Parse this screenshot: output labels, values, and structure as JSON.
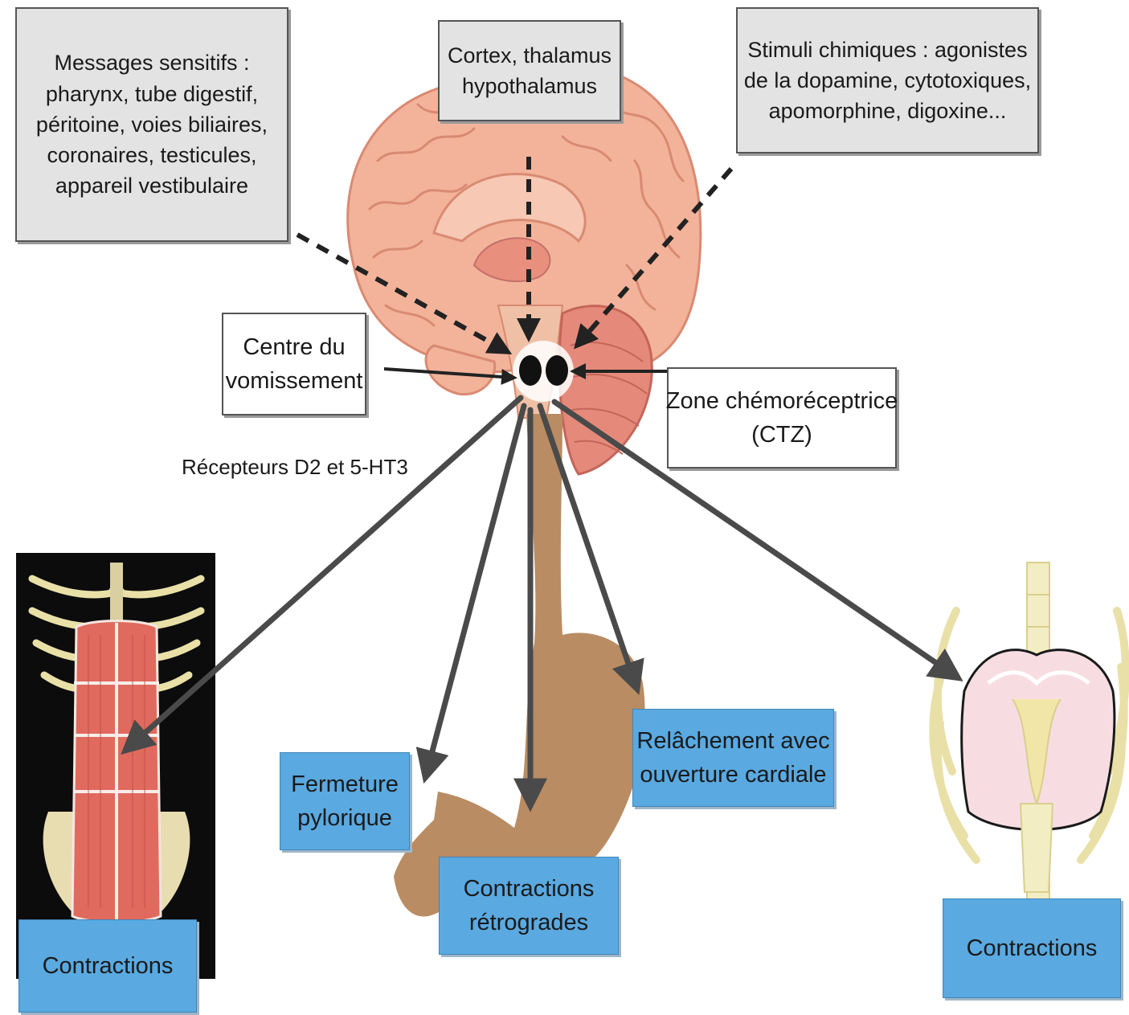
{
  "boxes": {
    "messages_sensitifs": {
      "lines": [
        "Messages sensitifs :",
        "pharynx, tube digestif,",
        "péritoine, voies biliaires,",
        "coronaires, testicules,",
        "appareil vestibulaire"
      ]
    },
    "cortex": {
      "lines": [
        "Cortex, thalamus",
        "hypothalamus"
      ]
    },
    "stimuli_chimiques": {
      "lines": [
        "Stimuli chimiques : agonistes",
        "de la dopamine, cytotoxiques,",
        "apomorphine, digoxine..."
      ]
    },
    "centre_vomissement": {
      "lines": [
        "Centre du",
        "vomissement"
      ]
    },
    "zone_ctz": {
      "lines": [
        "Zone chémoréceptrice",
        "(CTZ)"
      ]
    },
    "fermeture": {
      "lines": [
        "Fermeture",
        "pylorique"
      ]
    },
    "contractions_retrogrades": {
      "lines": [
        "Contractions",
        "rétrogrades"
      ]
    },
    "relachement": {
      "lines": [
        "Relâchement avec",
        "ouverture cardiale"
      ]
    },
    "contractions_abdo": {
      "lines": [
        "Contractions"
      ]
    },
    "contractions_diaphragme": {
      "lines": [
        "Contractions"
      ]
    }
  },
  "labels": {
    "recepteurs": "Récepteurs D2 et 5-HT3"
  },
  "colors": {
    "brain": "#f2b39a",
    "brain_fold": "#d98a72",
    "stomach": "#b98c63",
    "box_blue": "#5aa9e0",
    "box_grey": "#e3e3e3",
    "arrow": "#4a4a4a",
    "muscle": "#e06a5e",
    "rib": "#e9e0a8"
  },
  "icons": [
    "brain-illustration",
    "stomach-illustration",
    "abdominal-muscles-illustration",
    "diaphragm-illustration"
  ]
}
